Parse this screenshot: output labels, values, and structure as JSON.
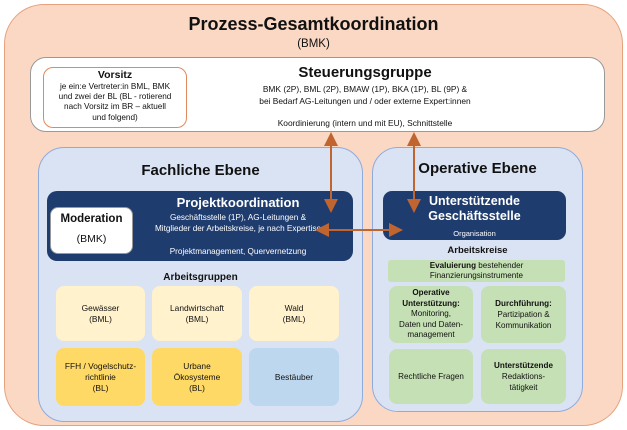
{
  "gesamt": {
    "title": "Prozess-Gesamtkoordination",
    "subtitle": "(BMK)"
  },
  "vorsitz": {
    "title": "Vorsitz",
    "text": "je ein:e Vertreter:in BML, BMK\nund zwei der BL (BL - rotierend\nnach Vorsitz im BR – aktuell\nund folgend)"
  },
  "steuerung": {
    "title": "Steuerungsgruppe",
    "line1": "BMK (2P), BML (2P), BMAW (1P), BKA (1P), BL (9P) &",
    "line2": "bei Bedarf AG-Leitungen und / oder externe Expert:innen",
    "line3": "Koordinierung (intern und mit EU), Schnittstelle"
  },
  "fachlich": {
    "title": "Fachliche Ebene",
    "projekt": {
      "title": "Projektkoordination",
      "line1": "Geschäftsstelle (1P), AG-Leitungen &",
      "line2": "Mitglieder der Arbeitskreise, je nach Expertise",
      "line3": "Projektmanagement, Quervernetzung"
    },
    "moderation": {
      "title": "Moderation",
      "subtitle": "(BMK)"
    },
    "arbeitsgruppen_title": "Arbeitsgruppen",
    "arbeitsgruppen": [
      {
        "line1": "Gewässer",
        "line2": "(BML)"
      },
      {
        "line1": "Landwirtschaft",
        "line2": "(BML)"
      },
      {
        "line1": "Wald",
        "line2": "(BML)"
      },
      {
        "line1": "FFH / Vogelschutz-",
        "line2": "richtlinie",
        "line3": "(BL)"
      },
      {
        "line1": "Urbane",
        "line2": "Ökosysteme",
        "line3": "(BL)"
      },
      {
        "line1": "Bestäuber"
      }
    ]
  },
  "operativ": {
    "title": "Operative Ebene",
    "geschaeftsstelle": {
      "title": "Unterstützende\nGeschäftsstelle",
      "subtitle": "Organisation"
    },
    "arbeitskreise_title": "Arbeitskreise",
    "evaluierung": {
      "bold": "Evaluierung",
      "rest": " bestehender",
      "line2": "Finanzierungsinstrumente"
    },
    "kreise": [
      {
        "bold1": "Operative",
        "bold2": "Unterstützung:",
        "line3": "Monitoring,",
        "line4": "Daten und Daten-",
        "line5": "management"
      },
      {
        "bold1": "Durchführung:",
        "line2": "Partizipation &",
        "line3": "Kommunikation"
      },
      {
        "line1": "Rechtliche Fragen"
      },
      {
        "bold1": "Unterstützende",
        "line2": "Redaktions-",
        "line3": "tätigkeit"
      }
    ]
  },
  "colors": {
    "outer_bg": "#fbd8c4",
    "ebene_bg": "#dae3f3",
    "navy": "#1f3c6e",
    "pale_yellow": "#fff2cc",
    "yellow": "#ffd966",
    "blue": "#bdd7ee",
    "green": "#c5e0b4",
    "arrow": "#c0652f"
  }
}
